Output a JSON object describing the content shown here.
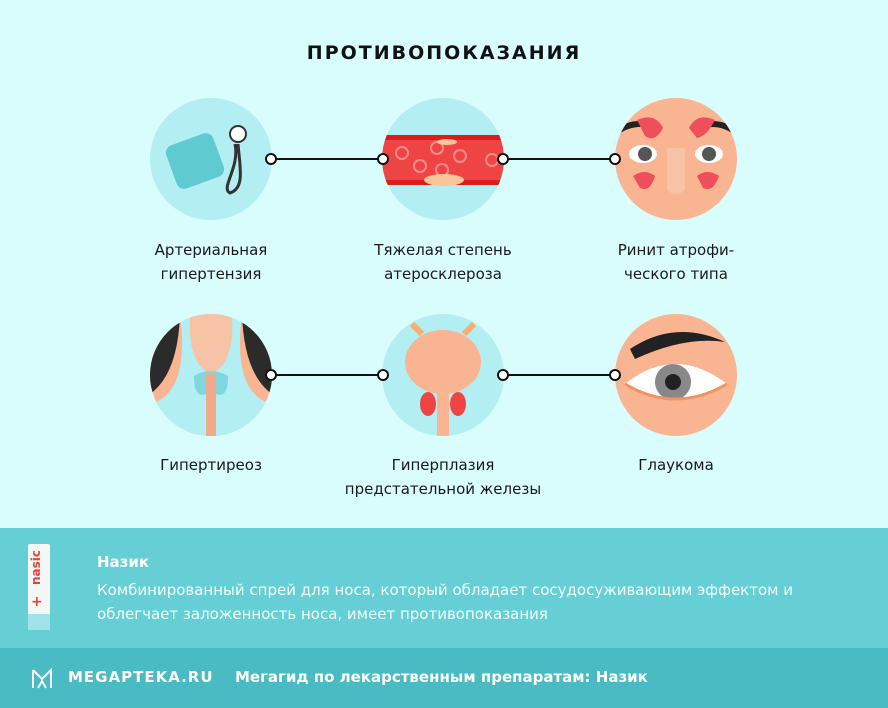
{
  "title": "ПРОТИВОПОКАЗАНИЯ",
  "items": [
    {
      "label_1": "Артериальная",
      "label_2": "гипертензия",
      "icon": "blood-pressure-monitor-icon"
    },
    {
      "label_1": "Тяжелая степень",
      "label_2": "атеросклероза",
      "icon": "blood-vessel-icon"
    },
    {
      "label_1": "Ринит атрофи-",
      "label_2": "ческого типа",
      "icon": "sinus-face-icon"
    },
    {
      "label_1": "Гипертиреоз",
      "label_2": "",
      "icon": "thyroid-icon"
    },
    {
      "label_1": "Гиперплазия",
      "label_2": "предстательной железы",
      "icon": "prostate-icon"
    },
    {
      "label_1": "Глаукома",
      "label_2": "",
      "icon": "eye-icon"
    }
  ],
  "product": {
    "name": "Назик",
    "description": "Комбинированный спрей для носа, который обладает сосудосуживающим эффектом и облегчает заложенность носа, имеет противопоказания",
    "box_text": "nasic"
  },
  "footer": {
    "brand": "MEGAPTEKA.RU",
    "guide": "Мегагид по лекарственным препаратам: Назик"
  },
  "colors": {
    "background": "#d9fcfd",
    "circle": "#b2eef2",
    "band": "#66cfd5",
    "footer": "#4abbc2"
  }
}
